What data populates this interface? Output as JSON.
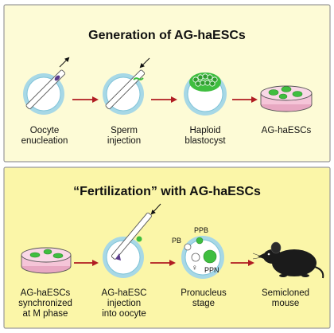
{
  "top_panel": {
    "title": "Generation of AG-haESCs",
    "steps": [
      {
        "label": "Oocyte\nenucleation"
      },
      {
        "label": "Sperm\ninjection"
      },
      {
        "label": "Haploid\nblastocyst"
      },
      {
        "label": "AG-haESCs"
      }
    ]
  },
  "bottom_panel": {
    "title": "“Fertilization” with AG-haESCs",
    "steps": [
      {
        "label": "AG-haESCs\nsynchronized\nat M phase"
      },
      {
        "label": "AG-haESC\ninjection\ninto oocyte"
      },
      {
        "label": "Pronucleus\nstage"
      },
      {
        "label": "Semicloned\nmouse"
      }
    ],
    "markers": {
      "pb": "PB",
      "ppb": "PPB",
      "ppn": "PPN",
      "female": "♀"
    }
  },
  "colors": {
    "panel_fill": "#fdfbd6",
    "bottom_panel_fill": "#fbf6a8",
    "panel_border": "#9a9a9a",
    "arrow": "#b01c22",
    "zona": "#a7d8e6",
    "cell_green": "#3fbe3f",
    "dish_pink": "#f5c5d8",
    "nucleus_purple": "#5a3b8c"
  }
}
